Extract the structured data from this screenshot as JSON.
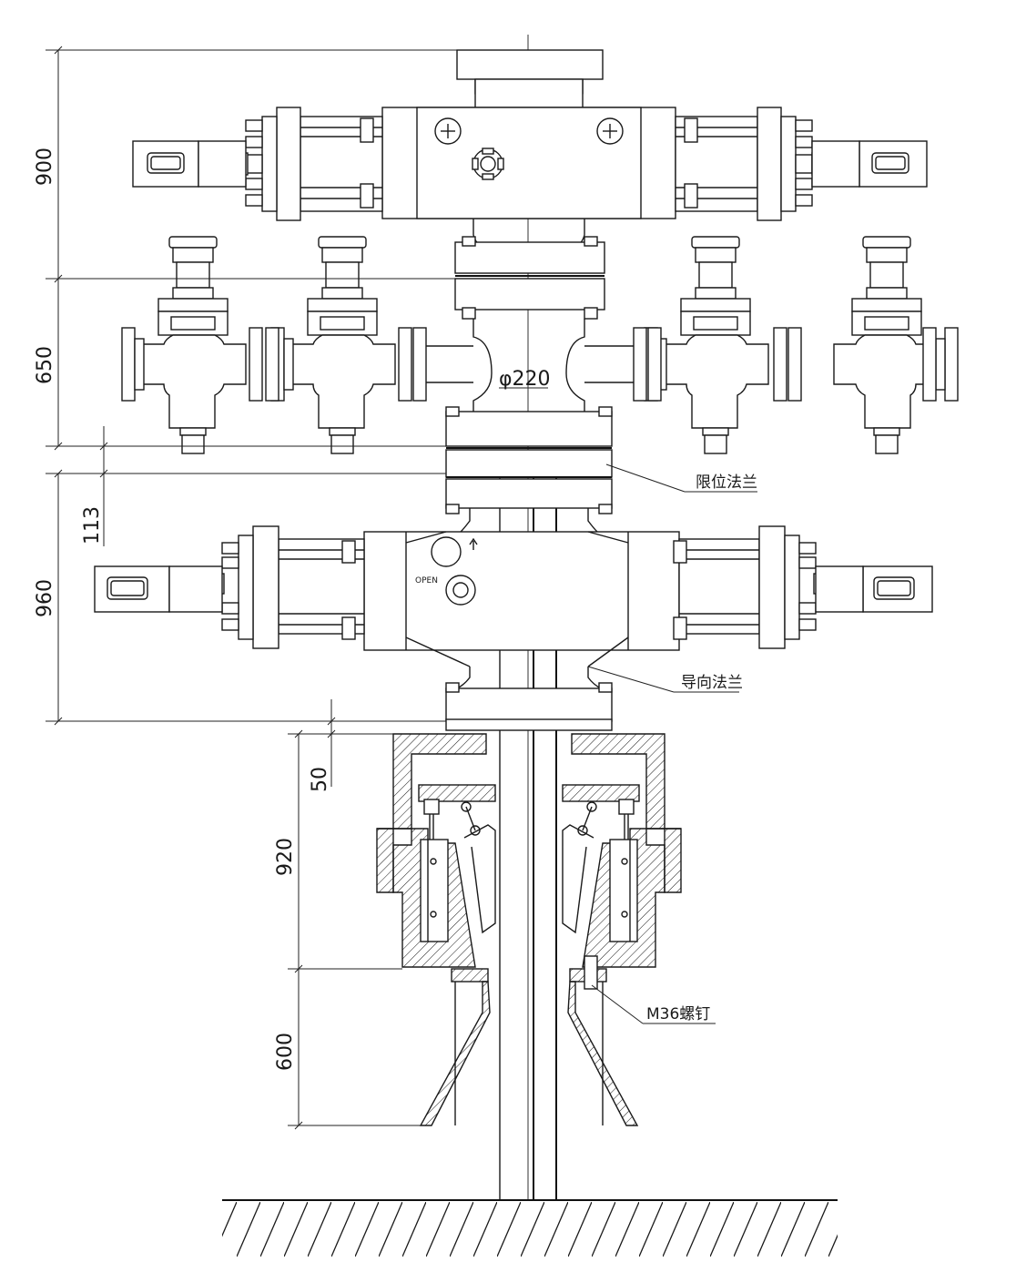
{
  "dimensions": {
    "d900": "900",
    "d650": "650",
    "d113": "113",
    "d960": "960",
    "d50": "50",
    "d920": "920",
    "d600": "600",
    "diameter": "φ220"
  },
  "labels": {
    "limit_flange": "限位法兰",
    "guide_flange": "导向法兰",
    "screw": "M36螺钉",
    "open": "OPEN"
  },
  "colors": {
    "line": "#1a1a1a",
    "background": "#ffffff"
  }
}
